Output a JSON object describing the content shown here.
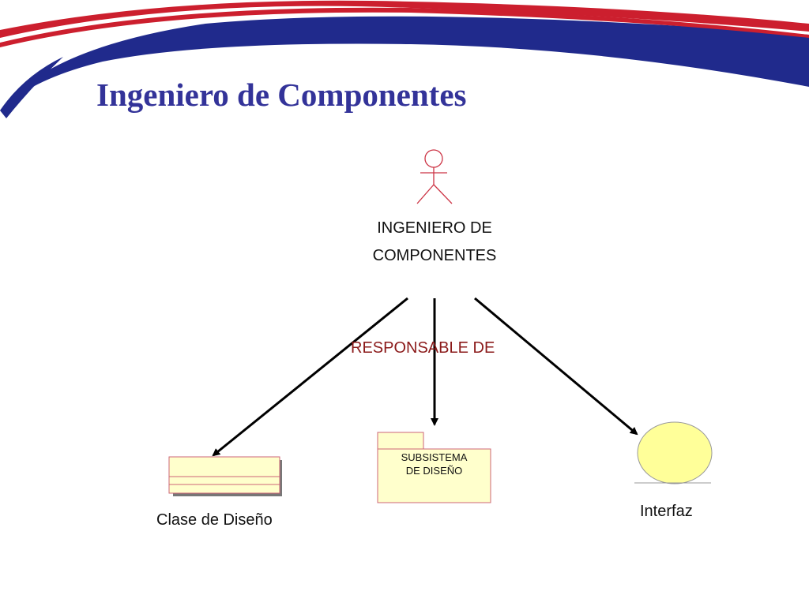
{
  "slide": {
    "title": "Ingeniero de Componentes",
    "banner_colors": {
      "red": "#cc1f2e",
      "blue": "#202a8c"
    }
  },
  "diagram": {
    "actor": {
      "label_line1": "INGENIERO DE",
      "label_line2": "COMPONENTES",
      "icon": "stick-figure-actor-icon",
      "color": "#cc3344"
    },
    "relationship": {
      "label": "RESPONSABLE DE",
      "color": "#8b1a1a"
    },
    "targets": [
      {
        "name": "Clase de Diseño",
        "icon": "class-box-icon",
        "fill": "#ffffcc"
      },
      {
        "name_line1": "SUBSISTEMA",
        "name_line2": "DE DISEÑO",
        "icon": "package-icon",
        "fill": "#ffffcc"
      },
      {
        "name": "Interfaz",
        "icon": "interface-circle-icon",
        "fill": "#ffff99"
      }
    ]
  }
}
